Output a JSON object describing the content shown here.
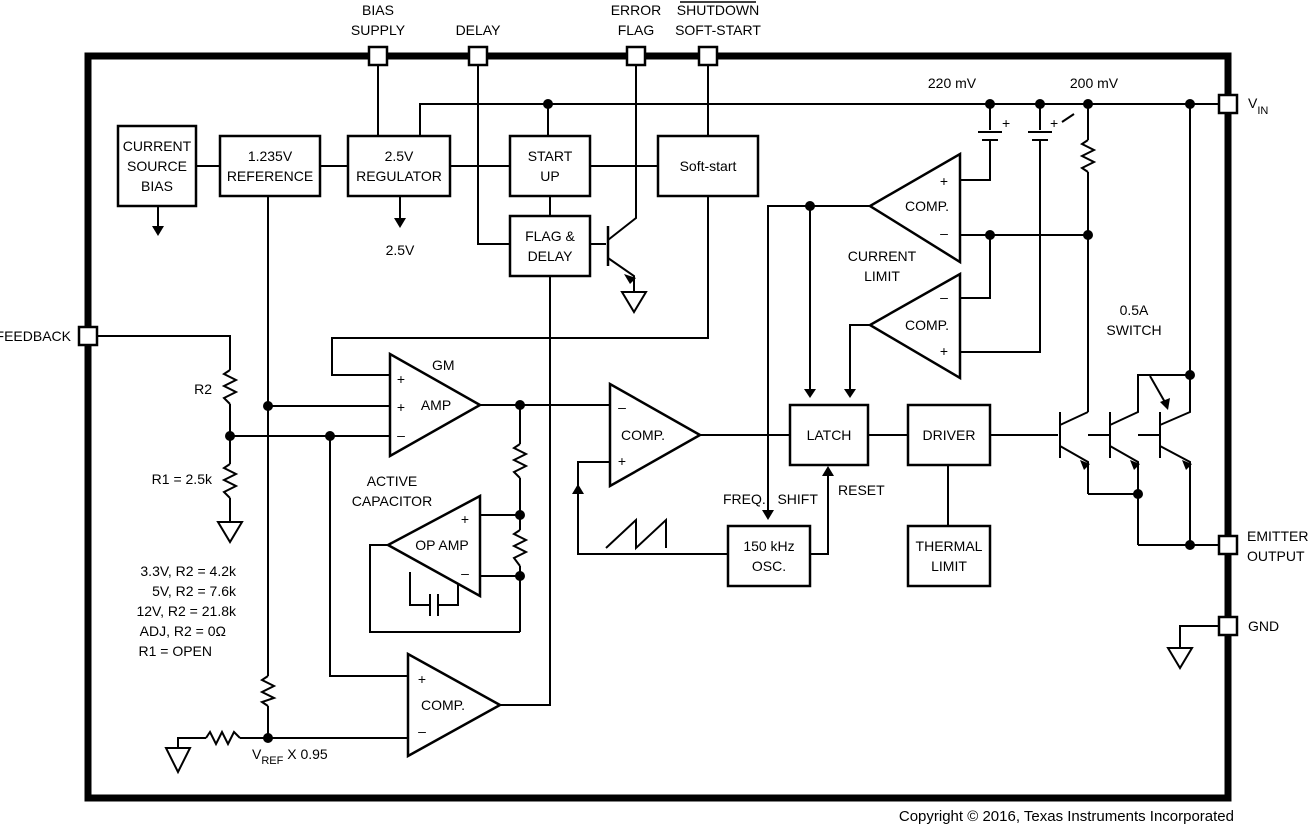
{
  "pins": {
    "bias_supply": [
      "BIAS",
      "SUPPLY"
    ],
    "delay": "DELAY",
    "error_flag": [
      "ERROR",
      "FLAG"
    ],
    "shutdown_softstart": [
      "SHUTDOWN",
      "SOFT-START"
    ],
    "vin": {
      "main": "V",
      "sub": "IN"
    },
    "feedback": "FEEDBACK",
    "emitter_output": [
      "EMITTER",
      "OUTPUT"
    ],
    "gnd": "GND"
  },
  "blocks": {
    "current_source_bias": [
      "CURRENT",
      "SOURCE",
      "BIAS"
    ],
    "reference": [
      "1.235V",
      "REFERENCE"
    ],
    "regulator": [
      "2.5V",
      "REGULATOR"
    ],
    "startup": [
      "START",
      "UP"
    ],
    "softstart": "Soft-start",
    "flag_delay": [
      "FLAG &",
      "DELAY"
    ],
    "latch": "LATCH",
    "driver": "DRIVER",
    "oscillator": [
      "150 kHz",
      "OSC."
    ],
    "thermal_limit": [
      "THERMAL",
      "LIMIT"
    ]
  },
  "amps": {
    "comp_top": "COMP.",
    "comp_mid": "COMP.",
    "comp_main": "COMP.",
    "comp_bottom": "COMP.",
    "gm_amp": "AMP",
    "gm_label": "GM",
    "op_amp": "OP AMP",
    "plus": "+",
    "minus": "–"
  },
  "labels": {
    "v220": "220 mV",
    "v200": "200 mV",
    "out_25v": "2.5V",
    "current_limit": [
      "CURRENT",
      "LIMIT"
    ],
    "switch": [
      "0.5A",
      "SWITCH"
    ],
    "active_capacitor": [
      "ACTIVE",
      "CAPACITOR"
    ],
    "freq_shift": "FREQ.   SHIFT",
    "reset": "RESET",
    "r2": "R2",
    "r1": "R1 = 2.5k",
    "vref": {
      "main": "V",
      "sub": "REF",
      "suffix": " X 0.95"
    },
    "notes": [
      "3.3V, R2 = 4.2k",
      "5V, R2 = 7.6k",
      "12V, R2 = 21.8k",
      "ADJ, R2 = 0Ω",
      "R1 = OPEN"
    ],
    "copyright": "Copyright © 2016, Texas Instruments Incorporated"
  }
}
